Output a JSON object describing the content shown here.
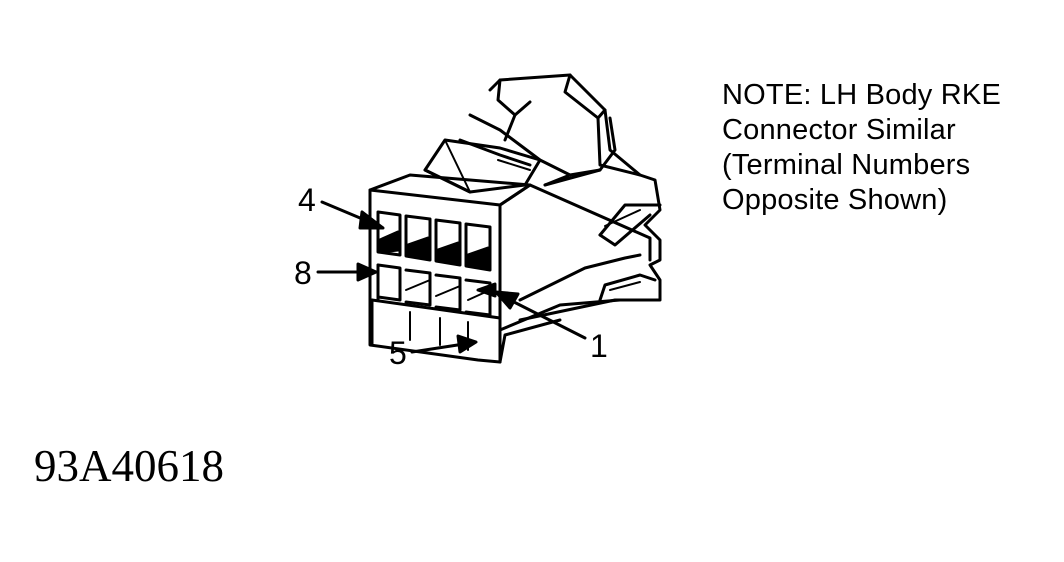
{
  "note": {
    "lines": [
      "NOTE: LH Body RKE",
      "Connector Similar",
      "(Terminal Numbers",
      "Opposite Shown)"
    ]
  },
  "pin_labels": {
    "pin_4": "4",
    "pin_8": "8",
    "pin_5": "5",
    "pin_1": "1"
  },
  "figure_id": "93A40618",
  "colors": {
    "ink": "#000000",
    "paper": "#ffffff"
  }
}
